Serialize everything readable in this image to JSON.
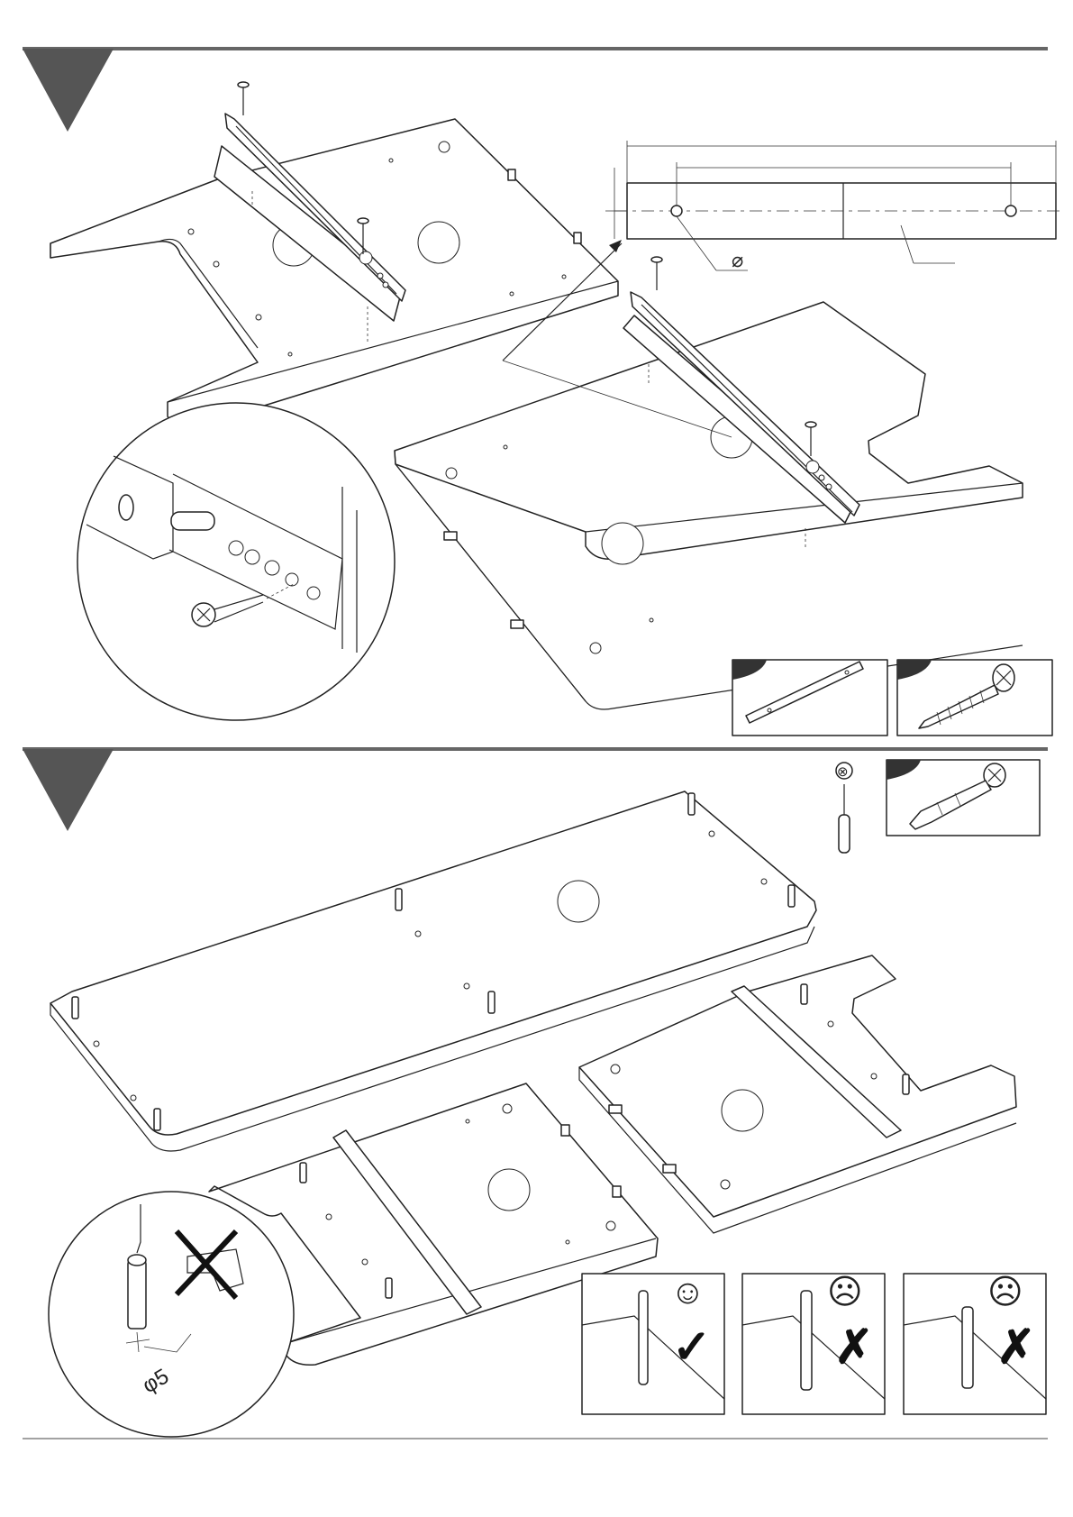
{
  "page": {
    "steps": [
      {
        "number": "",
        "description": "Attach drawer slide rails to the two side panels with screws"
      },
      {
        "number": "",
        "description": "Insert cam dowels into the bottom panel and side panels"
      }
    ]
  },
  "step1": {
    "dimension": {
      "diameter_symbol": "⌀",
      "diameter_value": ""
    },
    "parts": [
      {
        "id": "",
        "name": "drawer-slide-rail"
      },
      {
        "id": "",
        "name": "screw"
      }
    ]
  },
  "step2": {
    "parts": [
      {
        "id": "",
        "name": "cam-dowel"
      }
    ],
    "tool": {
      "name": "phillips-screwdriver",
      "symbol": "⊗"
    },
    "detail": {
      "drill_diameter_label": "φ5"
    },
    "checks": [
      {
        "state": "correct",
        "face": "☺",
        "mark": "✓"
      },
      {
        "state": "incorrect",
        "face": "☹",
        "mark": "✗"
      },
      {
        "state": "incorrect",
        "face": "☹",
        "mark": "✗"
      }
    ]
  },
  "colors": {
    "line": "#222222",
    "step_triangle": "#555555",
    "badge": "#333333",
    "rule": "#666666"
  }
}
